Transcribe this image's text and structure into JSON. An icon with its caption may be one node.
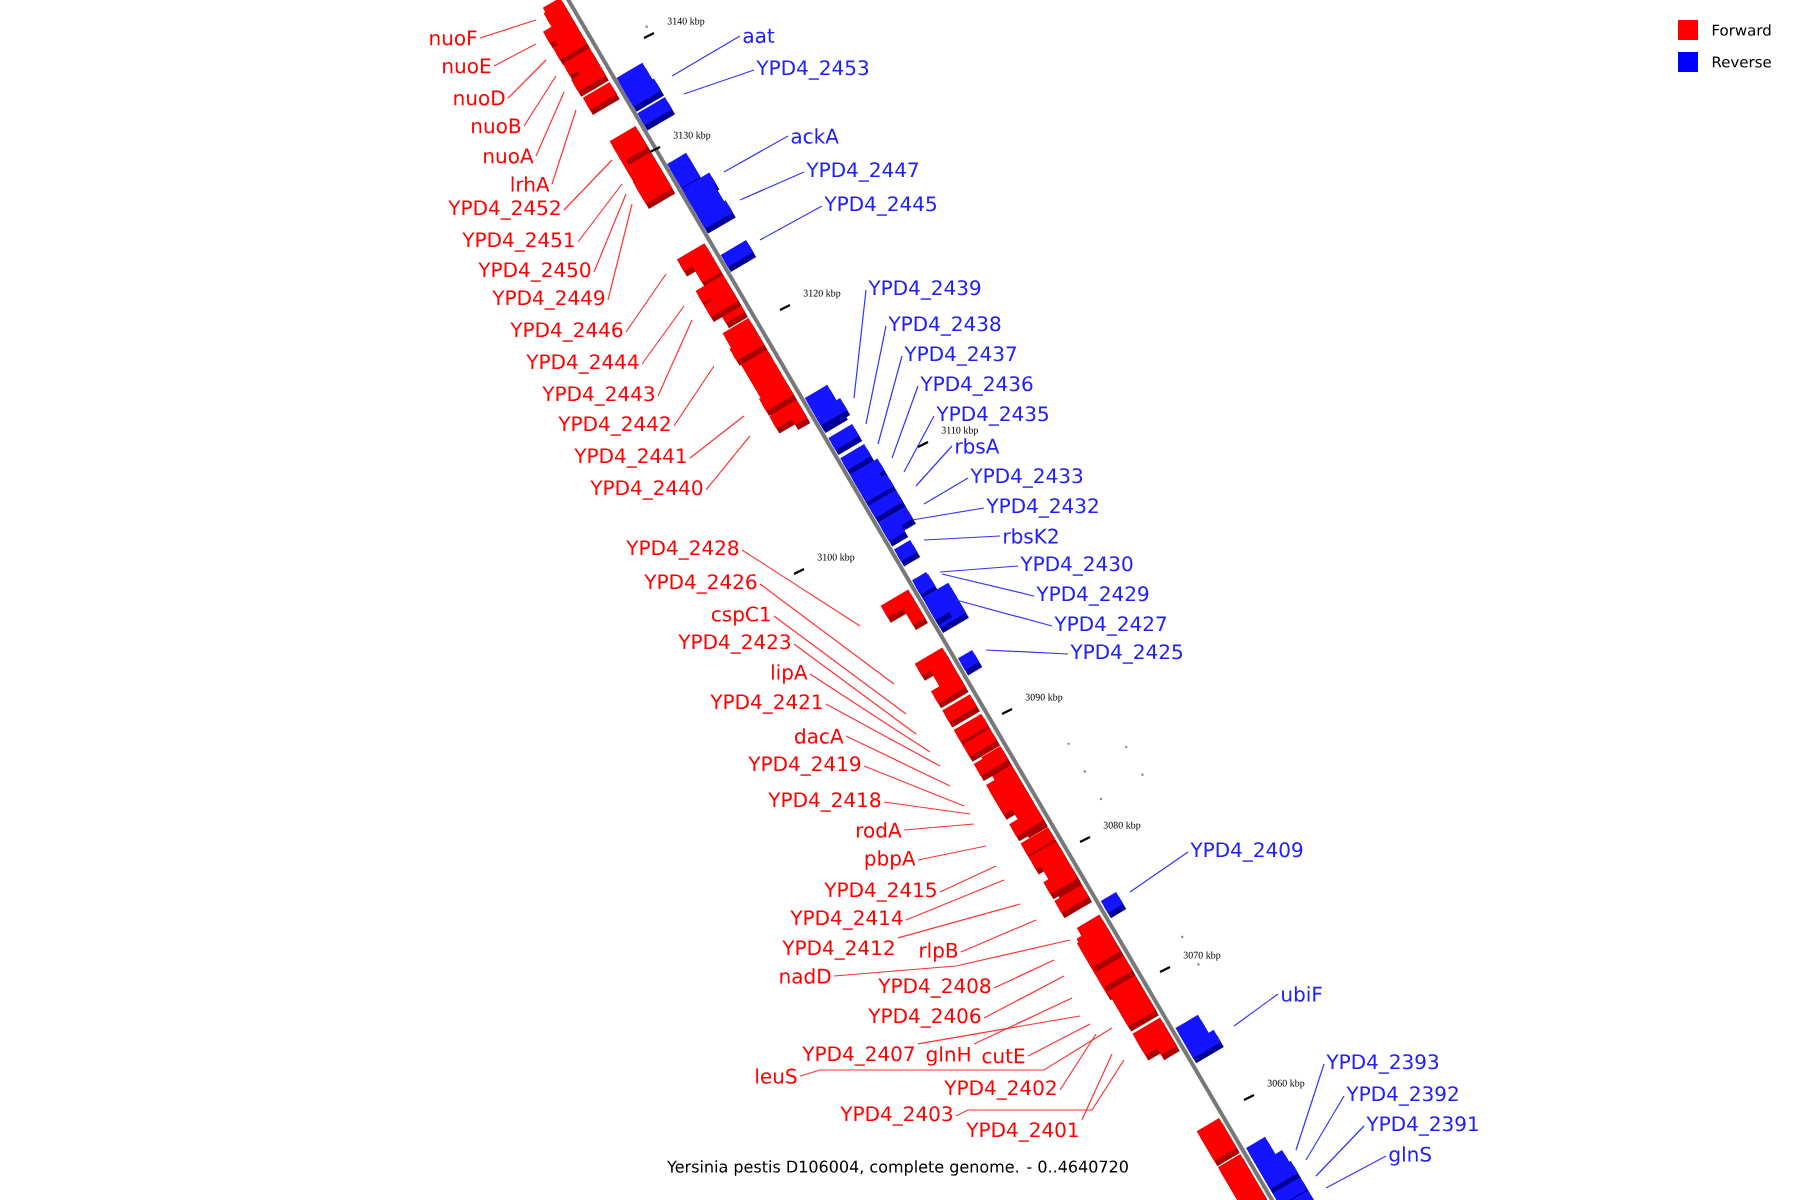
{
  "diagram": {
    "caption": "Yersinia pestis D106004, complete genome. - 0..4640720",
    "nodes": [
      {
        "text": [
          "nuoF"
        ]
      },
      {
        "text": [
          "nuoE"
        ]
      },
      {
        "text": [
          "nuoD"
        ]
      },
      {
        "text": [
          "nuoB"
        ]
      },
      {
        "text": [
          "nuoA"
        ]
      },
      {
        "text": [
          "lrhA"
        ]
      },
      {
        "text": [
          "YPD4_2452"
        ]
      },
      {
        "text": [
          "YPD4_2451"
        ]
      },
      {
        "text": [
          "YPD4_2450"
        ]
      },
      {
        "text": [
          "YPD4_2449"
        ]
      },
      {
        "text": [
          "YPD4_2446"
        ]
      },
      {
        "text": [
          "YPD4_2444"
        ]
      },
      {
        "text": [
          "YPD4_2443"
        ]
      },
      {
        "text": [
          "YPD4_2442"
        ]
      },
      {
        "text": [
          "YPD4_2441"
        ]
      },
      {
        "text": [
          "YPD4_2440"
        ]
      },
      {
        "text": [
          "YPD4_2428"
        ]
      },
      {
        "text": [
          "YPD4_2426"
        ]
      },
      {
        "text": [
          "cspC1"
        ]
      },
      {
        "text": [
          "YPD4_2423"
        ]
      },
      {
        "text": [
          "lipA"
        ]
      },
      {
        "text": [
          "YPD4_2421"
        ]
      },
      {
        "text": [
          "dacA"
        ]
      },
      {
        "text": [
          "YPD4_2419"
        ]
      },
      {
        "text": [
          "YPD4_2418"
        ]
      },
      {
        "text": [
          "rodA"
        ]
      },
      {
        "text": [
          "pbpA"
        ]
      },
      {
        "text": [
          "YPD4_2415"
        ]
      },
      {
        "text": [
          "YPD4_2414"
        ]
      },
      {
        "text": [
          "YPD4_2412"
        ]
      },
      {
        "text": [
          "rlpB"
        ]
      },
      {
        "text": [
          "nadD"
        ]
      },
      {
        "text": [
          "YPD4_2408"
        ]
      },
      {
        "text": [
          "YPD4_2406"
        ]
      },
      {
        "text": [
          "YPD4_2407"
        ]
      },
      {
        "text": [
          "glnH"
        ]
      },
      {
        "text": [
          "cutE"
        ]
      },
      {
        "text": [
          "leuS"
        ]
      },
      {
        "text": [
          "YPD4_2402"
        ]
      },
      {
        "text": [
          "YPD4_2403"
        ]
      },
      {
        "text": [
          "YPD4_2401"
        ]
      },
      {
        "text": [
          "aat"
        ]
      },
      {
        "text": [
          "YPD4_2453"
        ]
      },
      {
        "text": [
          "ackA"
        ]
      },
      {
        "text": [
          "YPD4_2447"
        ]
      },
      {
        "text": [
          "YPD4_2445"
        ]
      },
      {
        "text": [
          "YPD4_2439"
        ]
      },
      {
        "text": [
          "YPD4_2438"
        ]
      },
      {
        "text": [
          "YPD4_2437"
        ]
      },
      {
        "text": [
          "YPD4_2436"
        ]
      },
      {
        "text": [
          "YPD4_2435"
        ]
      },
      {
        "text": [
          "rbsA"
        ]
      },
      {
        "text": [
          "YPD4_2433"
        ]
      },
      {
        "text": [
          "YPD4_2432"
        ]
      },
      {
        "text": [
          "rbsK2"
        ]
      },
      {
        "text": [
          "YPD4_2430"
        ]
      },
      {
        "text": [
          "YPD4_2429"
        ]
      },
      {
        "text": [
          "YPD4_2427"
        ]
      },
      {
        "text": [
          "YPD4_2425"
        ]
      },
      {
        "text": [
          "YPD4_2409"
        ]
      },
      {
        "text": [
          "ubiF"
        ]
      },
      {
        "text": [
          "YPD4_2393"
        ]
      },
      {
        "text": [
          "YPD4_2392"
        ]
      },
      {
        "text": [
          "YPD4_2391"
        ]
      },
      {
        "text": [
          "glnS"
        ]
      }
    ],
    "edges": [
      {
        "from": 0,
        "to": null,
        "arrow": "none"
      },
      {
        "from": 1,
        "to": null,
        "arrow": "none"
      },
      {
        "from": 2,
        "to": null,
        "arrow": "none"
      },
      {
        "from": 3,
        "to": null,
        "arrow": "none"
      },
      {
        "from": 4,
        "to": null,
        "arrow": "none"
      },
      {
        "from": 5,
        "to": null,
        "arrow": "none"
      },
      {
        "from": 6,
        "to": null,
        "arrow": "none"
      },
      {
        "from": 7,
        "to": null,
        "arrow": "none"
      },
      {
        "from": 8,
        "to": null,
        "arrow": "none"
      },
      {
        "from": 9,
        "to": null,
        "arrow": "none"
      },
      {
        "from": 10,
        "to": null,
        "arrow": "none"
      },
      {
        "from": 11,
        "to": null,
        "arrow": "none"
      },
      {
        "from": 12,
        "to": null,
        "arrow": "none"
      },
      {
        "from": 13,
        "to": null,
        "arrow": "none"
      },
      {
        "from": 14,
        "to": null,
        "arrow": "none"
      },
      {
        "from": 15,
        "to": null,
        "arrow": "none"
      },
      {
        "from": 16,
        "to": null,
        "arrow": "none"
      },
      {
        "from": 17,
        "to": null,
        "arrow": "none"
      },
      {
        "from": 18,
        "to": null,
        "arrow": "none"
      },
      {
        "from": 19,
        "to": null,
        "arrow": "none"
      },
      {
        "from": 20,
        "to": null,
        "arrow": "none"
      },
      {
        "from": 21,
        "to": null,
        "arrow": "none"
      },
      {
        "from": 22,
        "to": null,
        "arrow": "none"
      },
      {
        "from": 23,
        "to": null,
        "arrow": "none"
      },
      {
        "from": 24,
        "to": null,
        "arrow": "none"
      },
      {
        "from": 25,
        "to": null,
        "arrow": "none"
      },
      {
        "from": 26,
        "to": null,
        "arrow": "none"
      },
      {
        "from": 27,
        "to": null,
        "arrow": "none"
      },
      {
        "from": 28,
        "to": null,
        "arrow": "none"
      },
      {
        "from": 29,
        "to": null,
        "arrow": "none"
      },
      {
        "from": 30,
        "to": null,
        "arrow": "none"
      },
      {
        "from": 31,
        "to": null,
        "arrow": "none"
      },
      {
        "from": 32,
        "to": null,
        "arrow": "none"
      },
      {
        "from": 33,
        "to": null,
        "arrow": "none"
      },
      {
        "from": 34,
        "to": null,
        "arrow": "none"
      },
      {
        "from": 35,
        "to": null,
        "arrow": "none"
      },
      {
        "from": 36,
        "to": null,
        "arrow": "none"
      },
      {
        "from": 37,
        "to": null,
        "arrow": "none"
      },
      {
        "from": 38,
        "to": null,
        "arrow": "none"
      },
      {
        "from": 39,
        "to": null,
        "arrow": "none"
      },
      {
        "from": 40,
        "to": null,
        "arrow": "none"
      },
      {
        "from": 41,
        "to": null,
        "arrow": "none",
        "color": "#3333ff"
      },
      {
        "from": 42,
        "to": null,
        "arrow": "none",
        "color": "#3333ff"
      },
      {
        "from": 43,
        "to": null,
        "arrow": "none",
        "color": "#3333ff"
      },
      {
        "from": 44,
        "to": null,
        "arrow": "none",
        "color": "#3333ff"
      },
      {
        "from": 45,
        "to": null,
        "arrow": "none",
        "color": "#3333ff"
      },
      {
        "from": 46,
        "to": null,
        "arrow": "none",
        "color": "#3333ff"
      },
      {
        "from": 47,
        "to": null,
        "arrow": "none",
        "color": "#3333ff"
      },
      {
        "from": 48,
        "to": null,
        "arrow": "none",
        "color": "#3333ff"
      },
      {
        "from": 49,
        "to": null,
        "arrow": "none",
        "color": "#3333ff"
      },
      {
        "from": 50,
        "to": null,
        "arrow": "none",
        "color": "#3333ff"
      },
      {
        "from": 51,
        "to": null,
        "arrow": "none",
        "color": "#3333ff"
      },
      {
        "from": 52,
        "to": null,
        "arrow": "none",
        "color": "#3333ff"
      },
      {
        "from": 53,
        "to": null,
        "arrow": "none",
        "color": "#3333ff"
      },
      {
        "from": 54,
        "to": null,
        "arrow": "none",
        "color": "#3333ff"
      },
      {
        "from": 55,
        "to": null,
        "arrow": "none",
        "color": "#3333ff"
      },
      {
        "from": 56,
        "to": null,
        "arrow": "none",
        "color": "#3333ff"
      },
      {
        "from": 57,
        "to": null,
        "arrow": "none",
        "color": "#3333ff"
      },
      {
        "from": 58,
        "to": null,
        "arrow": "none",
        "color": "#3333ff"
      },
      {
        "from": 59,
        "to": null,
        "arrow": "none",
        "color": "#3333ff"
      },
      {
        "from": 60,
        "to": null,
        "arrow": "none",
        "color": "#3333ff"
      },
      {
        "from": 61,
        "to": null,
        "arrow": "none",
        "color": "#3333ff"
      },
      {
        "from": 62,
        "to": null,
        "arrow": "none",
        "color": "#3333ff"
      },
      {
        "from": 63,
        "to": null,
        "arrow": "none",
        "color": "#3333ff"
      },
      {
        "from": 64,
        "to": null,
        "arrow": "none",
        "color": "#3333ff"
      }
    ],
    "labels": [
      "3140 kbp",
      "3130 kbp",
      "3120 kbp",
      "3110 kbp",
      "3100 kbp",
      "3090 kbp",
      "3080 kbp",
      "3070 kbp",
      "3060 kbp"
    ],
    "legend": [
      {
        "text": "Forward",
        "color": "#ff0000"
      },
      {
        "text": "Reverse",
        "color": "#0000ff"
      }
    ]
  }
}
